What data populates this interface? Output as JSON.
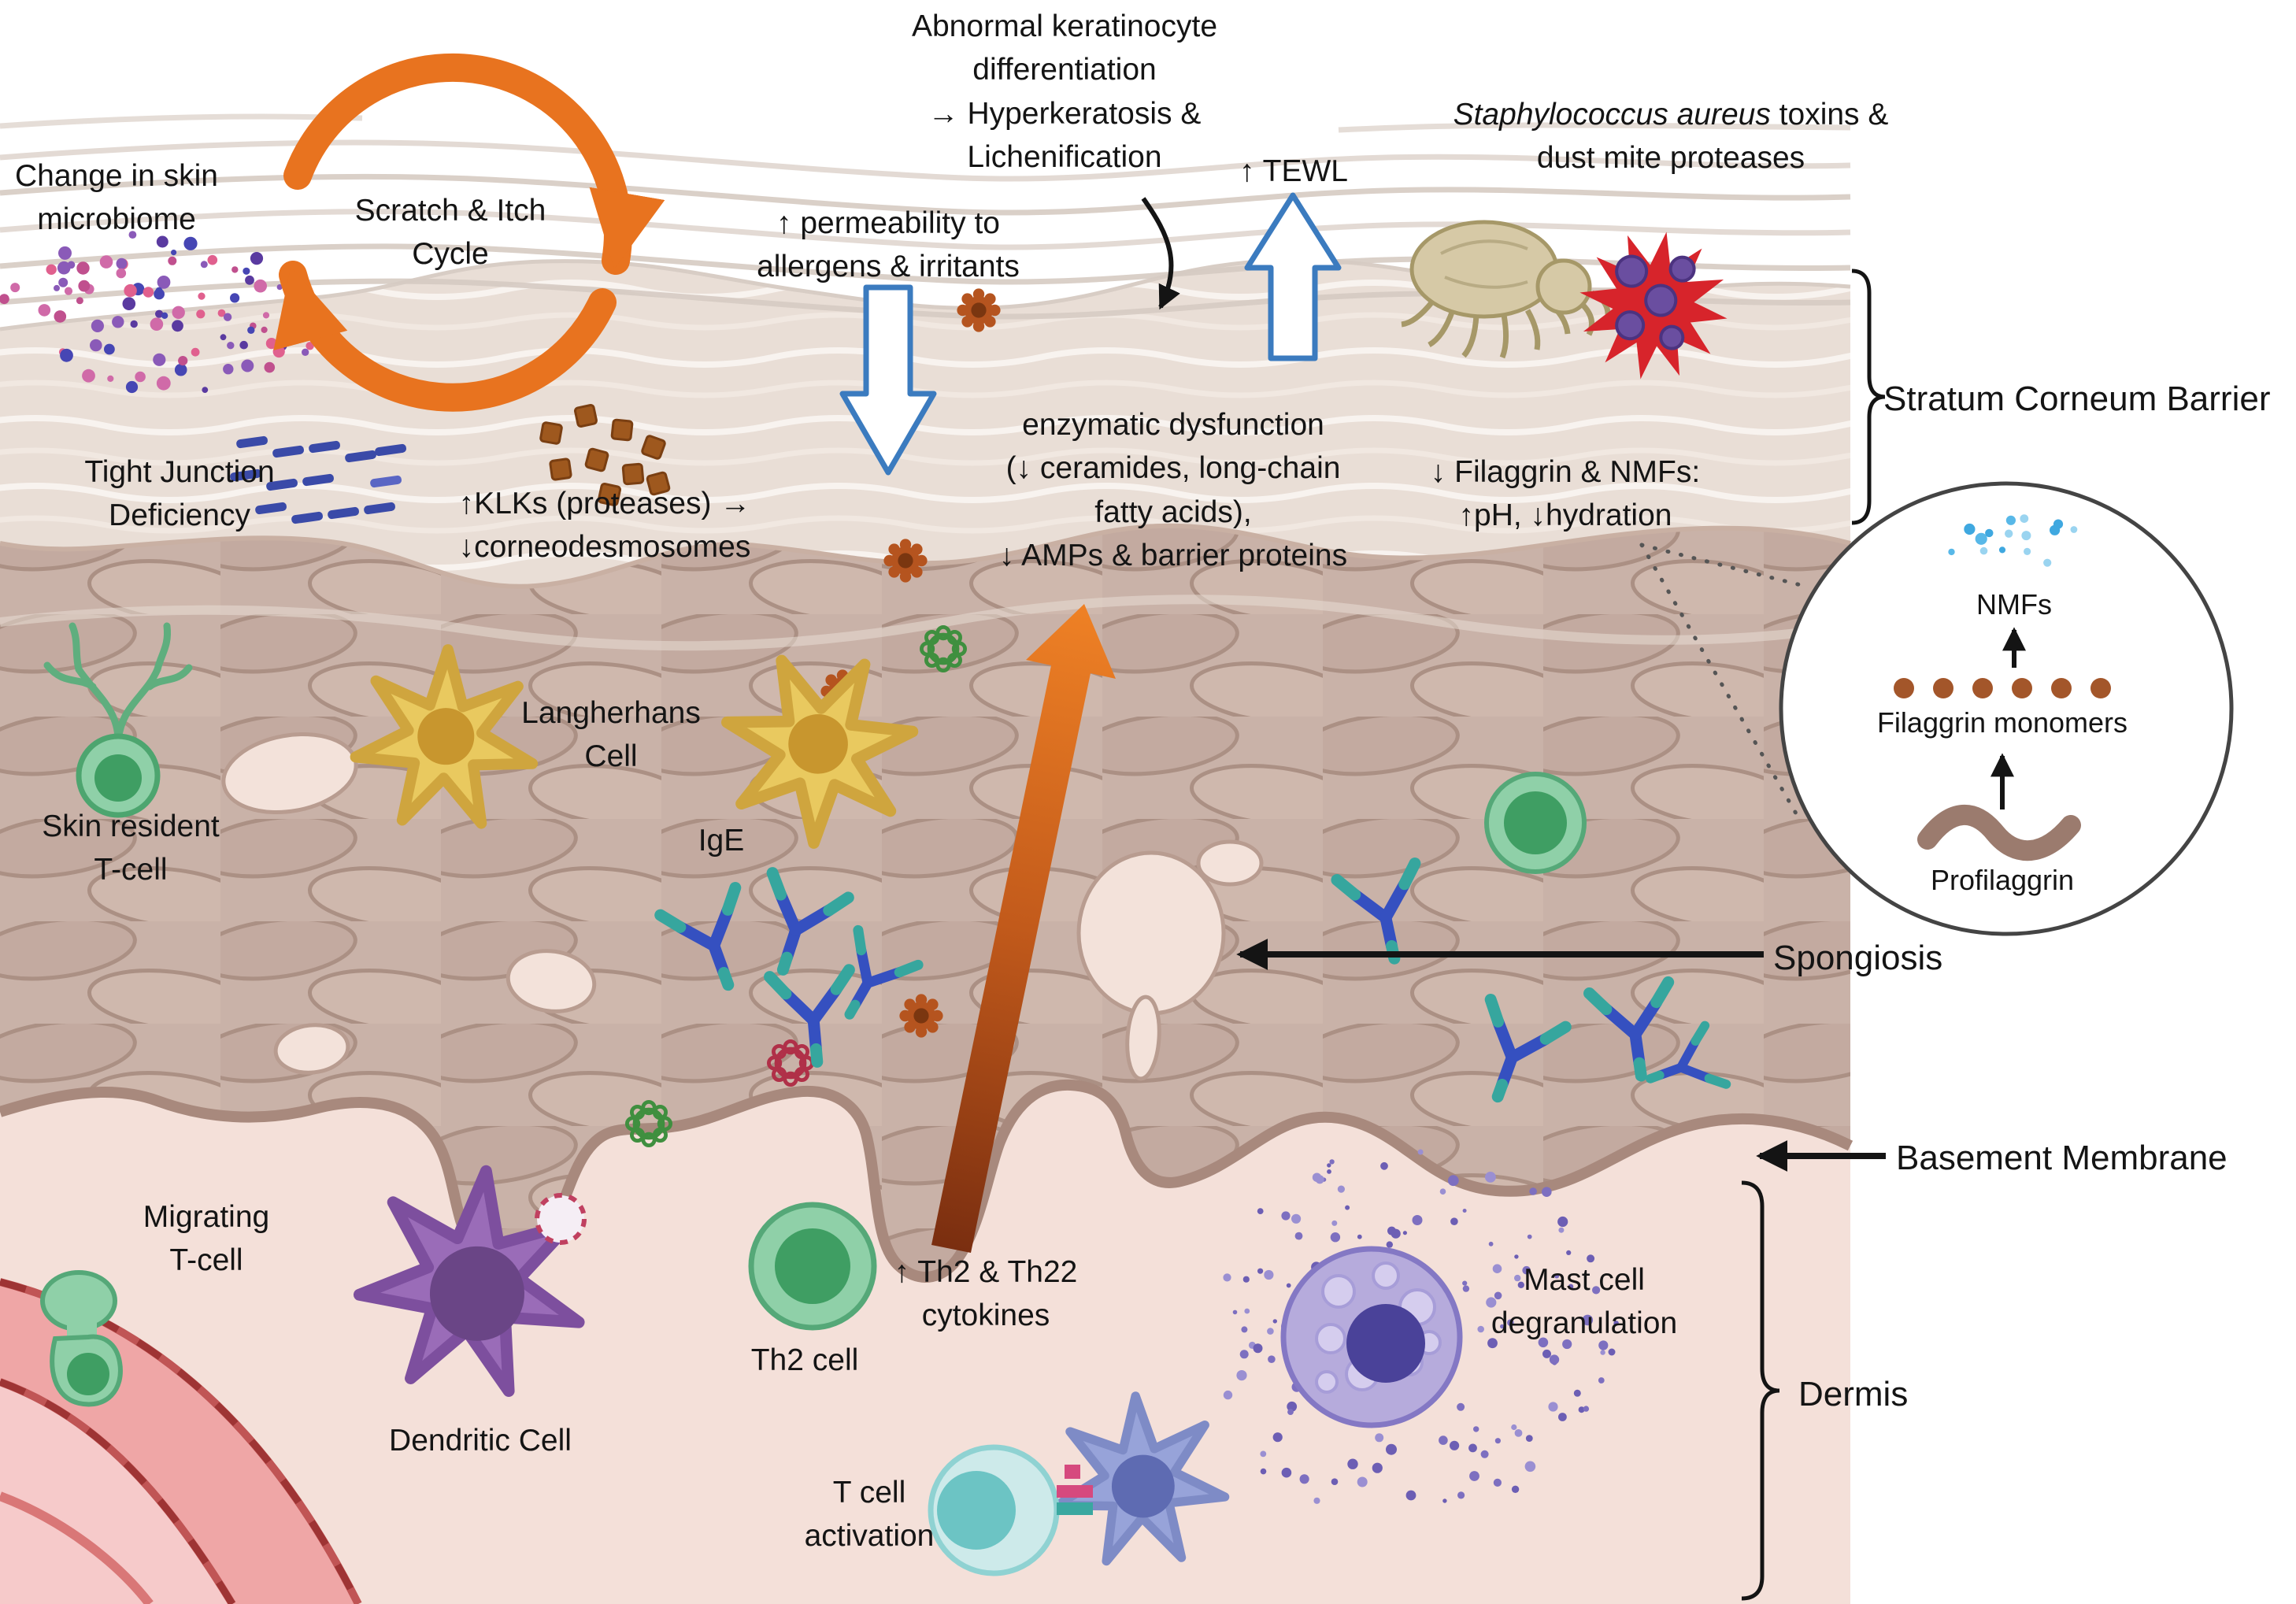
{
  "annotations": {
    "change_in_skin_microbiome": "Change in skin\nmicrobiome",
    "scratch_itch_cycle": "Scratch & Itch\nCycle",
    "abnormal_keratinocyte": "Abnormal keratinocyte\ndifferentiation\n→ Hyperkeratosis &\nLichenification",
    "permeability": "↑ permeability to\nallergens & irritants",
    "tewl": "↑ TEWL",
    "staph_italic": "Staphylococcus aureus",
    "staph_after": " toxins &",
    "staph_line2": "dust mite proteases",
    "tight_junction": "Tight Junction\nDeficiency",
    "klks": "↑KLKs (proteases) →\n↓corneodesmosomes",
    "enzymatic": "enzymatic dysfunction\n(↓ ceramides, long-chain\nfatty acids),\n↓ AMPs & barrier proteins",
    "filaggrin_nmfs": "↓ Filaggrin & NMFs:\n↑pH, ↓hydration",
    "th2_cytokines": "↑ Th2 & Th22\ncytokines"
  },
  "layers": {
    "stratum_corneum_barrier": "Stratum Corneum Barrier",
    "spongiosis": "Spongiosis",
    "basement_membrane": "Basement Membrane",
    "dermis": "Dermis"
  },
  "cells": {
    "skin_resident_tcell": "Skin resident\nT-cell",
    "langerhans": "Langherhans\nCell",
    "ige": "IgE",
    "migrating_tcell": "Migrating\nT-cell",
    "dendritic": "Dendritic Cell",
    "th2": "Th2 cell",
    "mast": "Mast cell\ndegranulation",
    "tcell_activation": "T cell\nactivation"
  },
  "inset": {
    "nmfs": "NMFs",
    "filaggrin_monomers": "Filaggrin monomers",
    "profilaggrin": "Profilaggrin"
  },
  "colors": {
    "orange_arrow": "#e8731f",
    "blue_arrow_outline": "#3b7bbf",
    "dermis_pink": "#f4e0d9",
    "epidermis_taupe": "#c9b2a8",
    "stratum_beige": "#e9ded6",
    "tcell_green": "#8fd0a8",
    "langerhans_yellow": "#e9c95f",
    "dendritic_purple": "#9a6cb8",
    "mast_purple": "#b6abdc",
    "vessel_red": "#efa6a6",
    "toxin_red": "#d7242b",
    "ige_blue": "#3550c0",
    "klk_brown": "#9e581e",
    "tight_junction_blue": "#3a4aa8"
  }
}
